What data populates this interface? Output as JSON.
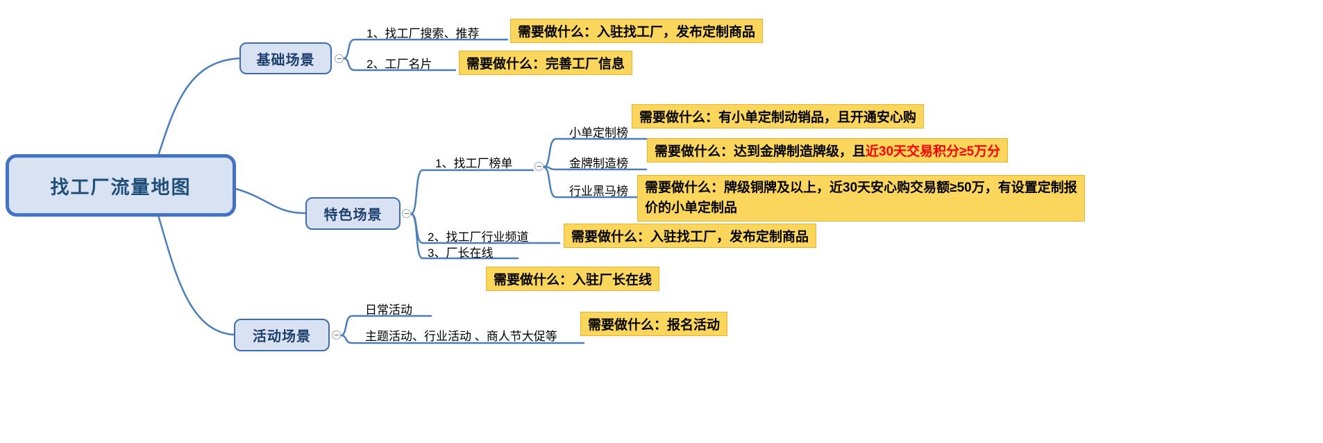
{
  "colors": {
    "line": "#4a7ebb",
    "node_border": "#3e6cb0",
    "node_fill": "#d9e2f3",
    "node_text": "#1d3f6e",
    "root_text": "#1f4e79",
    "note_bg": "#fbd65d",
    "note_text": "#000000",
    "highlight_text": "#ff0000"
  },
  "root": {
    "label": "找工厂流量地图"
  },
  "branches": {
    "basic": {
      "label": "基础场景",
      "items": {
        "search": {
          "label": "1、找工厂搜索、推荐",
          "note": "需要做什么：入驻找工厂，发布定制商品"
        },
        "card": {
          "label": "2、工厂名片",
          "note": "需要做什么：完善工厂信息"
        }
      }
    },
    "featured": {
      "label": "特色场景",
      "items": {
        "ranking": {
          "label": "1、找工厂榜单",
          "subs": {
            "small_order": {
              "label": "小单定制榜",
              "note": "需要做什么：有小单定制动销品，且开通安心购"
            },
            "gold": {
              "label": "金牌制造榜",
              "note_prefix": "需要做什么：达到金牌制造牌级，且",
              "note_highlight": "近30天交易积分≥5万分"
            },
            "dark_horse": {
              "label": "行业黑马榜",
              "note": "需要做什么：牌级铜牌及以上，近30天安心购交易额≥50万，有设置定制报价的小单定制品"
            }
          }
        },
        "channel": {
          "label": "2、找工厂行业频道",
          "note": "需要做什么：入驻找工厂，发布定制商品"
        },
        "online": {
          "label": "3、厂长在线",
          "note": "需要做什么：入驻厂长在线"
        }
      }
    },
    "activity": {
      "label": "活动场景",
      "items": {
        "daily": {
          "label": "日常活动"
        },
        "theme": {
          "label": "主题活动、行业活动 、商人节大促等",
          "note": "需要做什么：报名活动"
        }
      }
    }
  }
}
